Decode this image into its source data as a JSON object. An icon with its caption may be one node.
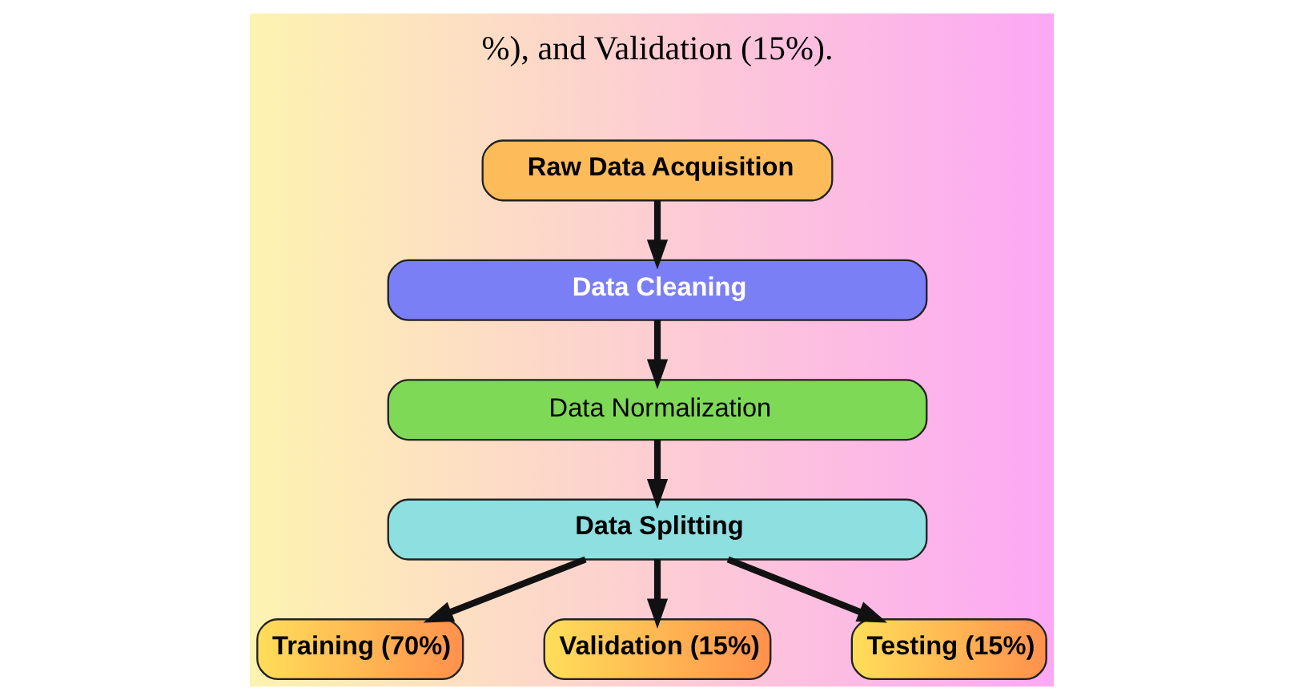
{
  "diagram": {
    "nodes": [
      {
        "text": [
          "Raw Data Acquisition"
        ]
      },
      {
        "text": [
          "Data Cleaning"
        ]
      },
      {
        "text": [
          "Data Normalization"
        ]
      },
      {
        "text": [
          "Data Splitting"
        ]
      },
      {
        "text": [
          "Training (70%)"
        ]
      },
      {
        "text": [
          "Validation (15%)"
        ]
      },
      {
        "text": [
          "Testing (15%)"
        ]
      }
    ],
    "edges": [
      {
        "from": 0,
        "to": 1,
        "arrow": "to"
      },
      {
        "from": 1,
        "to": 2,
        "arrow": "to"
      },
      {
        "from": 2,
        "to": 3,
        "arrow": "to"
      },
      {
        "from": 3,
        "to": 4,
        "arrow": "to"
      },
      {
        "from": 3,
        "to": 5,
        "arrow": "to"
      },
      {
        "from": 3,
        "to": 6,
        "arrow": "to"
      }
    ],
    "labels": [
      "%), and Validation (15%)."
    ]
  }
}
